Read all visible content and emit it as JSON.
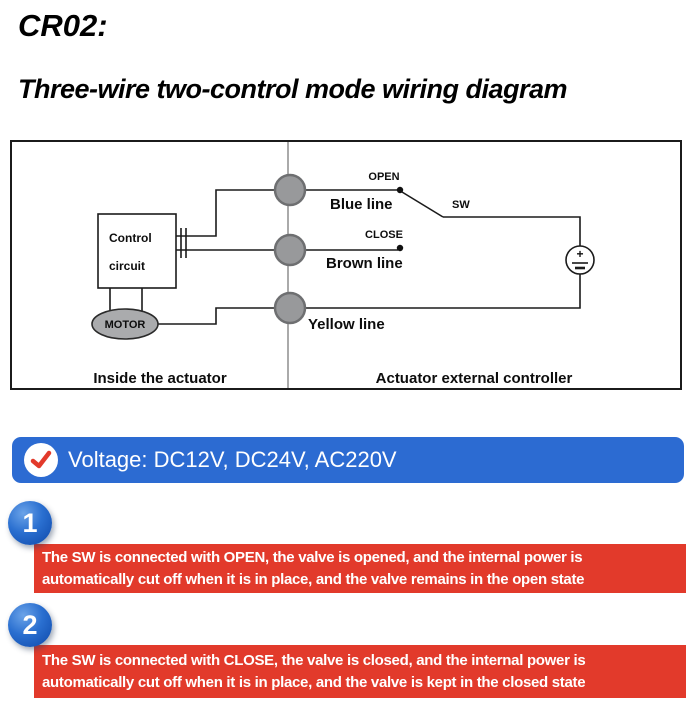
{
  "header": {
    "model": "CR02:",
    "title": "Three-wire two-control mode wiring diagram"
  },
  "diagram": {
    "control_line1": "Control",
    "control_line2": "circuit",
    "motor": "MOTOR",
    "open": "OPEN",
    "close": "CLOSE",
    "sw": "SW",
    "blue_line": "Blue line",
    "brown_line": "Brown line",
    "yellow_line": "Yellow line",
    "battery_plus": "+",
    "inside_label": "Inside the actuator",
    "external_label": "Actuator external controller"
  },
  "voltage": {
    "text": "Voltage: DC12V, DC24V, AC220V"
  },
  "notes": [
    {
      "num": "1",
      "line1": "The SW is connected with OPEN, the valve is opened, and the internal power is",
      "line2": "automatically cut off when it is in place, and the valve remains in the open state"
    },
    {
      "num": "2",
      "line1": "The SW is connected with CLOSE, the valve is closed, and the internal power is",
      "line2": "automatically cut off when it is in place, and the valve is kept in the closed state"
    }
  ],
  "colors": {
    "banner-red": "#e23a2b",
    "voltage-blue": "#2c6bd2",
    "number-blue": "#0d47a8",
    "connector-gray": "#98999b"
  }
}
